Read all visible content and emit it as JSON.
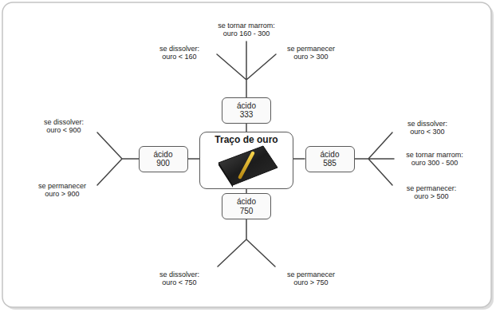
{
  "diagram": {
    "nodes": [
      {
        "text": [
          "ácido 333"
        ]
      },
      {
        "text": [
          "ácido 900"
        ]
      },
      {
        "text": [
          "Traço de ouro"
        ]
      },
      {
        "text": [
          "ácido 585"
        ]
      },
      {
        "text": [
          "ácido 750"
        ]
      }
    ],
    "edges": [
      {
        "from": 2,
        "to": 0,
        "arrow": "none"
      },
      {
        "from": 2,
        "to": 1,
        "arrow": "none"
      },
      {
        "from": 2,
        "to": 3,
        "arrow": "none"
      },
      {
        "from": 2,
        "to": 4,
        "arrow": "none"
      }
    ],
    "labels": [
      "se dissolver: ouro < 160",
      "se tornar marrom: ouro 160 - 300",
      "se permanecer ouro > 300",
      "se dissolver: ouro < 900",
      "se permanecer ouro > 900",
      "se dissolver: ouro < 300",
      "se tornar marrom: ouro 300 - 500",
      "se permanecer: ouro > 500",
      "se dissolver: ouro < 750",
      "se permanecer ouro > 750"
    ]
  }
}
